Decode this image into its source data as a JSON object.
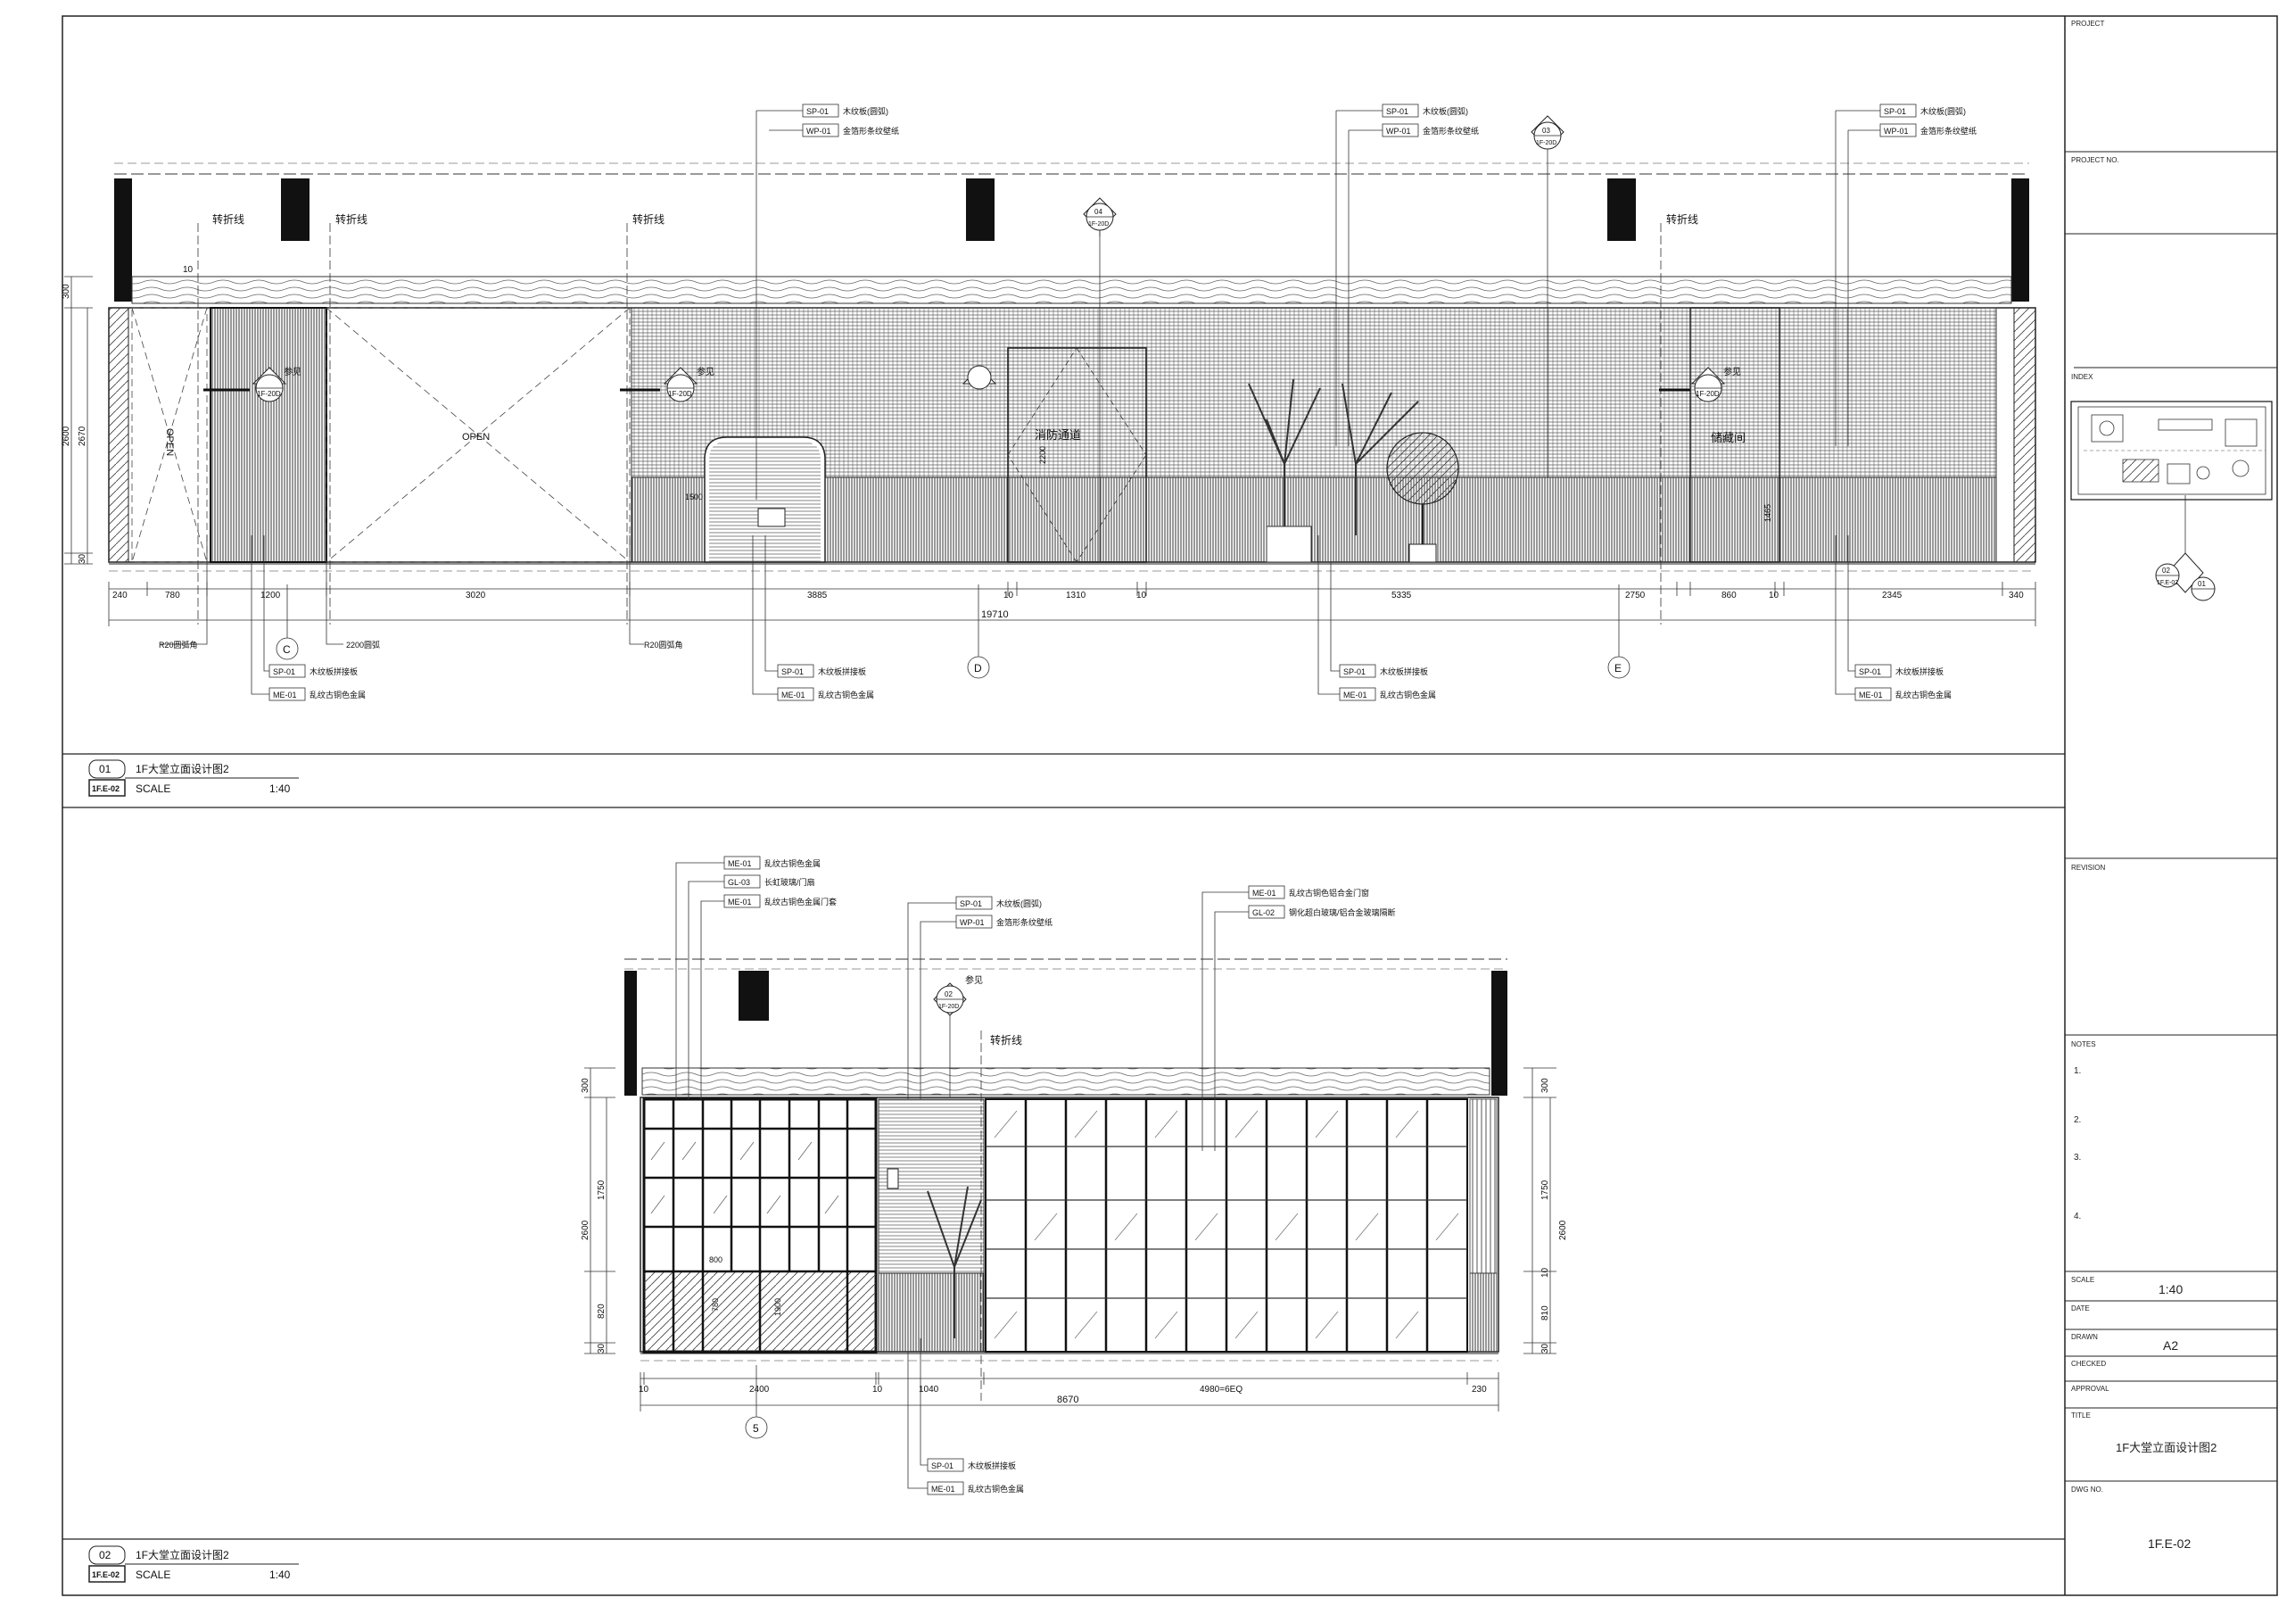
{
  "title_block": {
    "project_label": "PROJECT",
    "project_no_label": "PROJECT NO.",
    "index_label": "INDEX",
    "revision_label": "REVISION",
    "notes_label": "NOTES",
    "notes": [
      "1.",
      "2.",
      "3.",
      "4."
    ],
    "scale_label": "SCALE",
    "scale_value": "1:40",
    "date_label": "DATE",
    "drawn_label": "DRAWN",
    "drawn_value": "A2",
    "checked_label": "CHECKED",
    "approval_label": "APPROVAL",
    "title_label": "TITLE",
    "title_value": "1F大堂立面设计图2",
    "dwg_label": "DWG NO.",
    "dwg_value": "1F.E-02",
    "index_tag_num": "02",
    "index_tag_a": "1F.E-02",
    "index_tag_b": "01"
  },
  "elevation1": {
    "number": "01",
    "title": "1F大堂立面设计图2",
    "sheet": "1F.E-02",
    "scale_label": "SCALE",
    "scale": "1:40",
    "fold_label": "转折线",
    "open_label": "OPEN",
    "tags_top": [
      {
        "code": "SP-01",
        "desc": "木纹板(圆弧)"
      },
      {
        "code": "WP-01",
        "desc": "金箔形条纹壁纸"
      }
    ],
    "tags_bottom": [
      {
        "code": "SP-01",
        "desc": "木纹板拼接板"
      },
      {
        "code": "ME-01",
        "desc": "乱纹古铜色金属"
      }
    ],
    "section_marks": [
      {
        "num": "04",
        "ref": "1F-20D"
      },
      {
        "num": "03",
        "ref": "1F-20D"
      }
    ],
    "see_label": "参见",
    "refs": [
      "1F-20D",
      "1F-20D",
      "1F-20D"
    ],
    "room_labels": [
      "消防通道",
      "储藏间"
    ],
    "heights": [
      "300",
      "2600",
      "2670",
      "30",
      "10"
    ],
    "dims": [
      "240",
      "780",
      "1200",
      "3020",
      "3885",
      "10",
      "1310",
      "10",
      "5335",
      "2750",
      "860",
      "10",
      "2345",
      "340"
    ],
    "total": "19710",
    "small_dims": [
      "2200",
      "1500",
      "1465"
    ],
    "bottom_notes": [
      "R20圆弧角",
      "2200圆弧",
      "R20圆弧角"
    ],
    "grid": [
      "C",
      "D",
      "E"
    ]
  },
  "elevation2": {
    "number": "02",
    "title": "1F大堂立面设计图2",
    "sheet": "1F.E-02",
    "scale_label": "SCALE",
    "scale": "1:40",
    "fold_label": "转折线",
    "see_label": "参见",
    "section_mark": {
      "num": "02",
      "ref": "1F-20D"
    },
    "tags_left": [
      {
        "code": "ME-01",
        "desc": "乱纹古铜色金属"
      },
      {
        "code": "GL-03",
        "desc": "长虹玻璃/门扇"
      },
      {
        "code": "ME-01",
        "desc": "乱纹古铜色金属门套"
      }
    ],
    "tags_mid": [
      {
        "code": "SP-01",
        "desc": "木纹板(圆弧)"
      },
      {
        "code": "WP-01",
        "desc": "金箔形条纹壁纸"
      }
    ],
    "tags_right": [
      {
        "code": "ME-01",
        "desc": "乱纹古铜色铝合金门窗"
      },
      {
        "code": "GL-02",
        "desc": "钢化超白玻璃/铝合金玻璃隔断"
      }
    ],
    "tags_bottom": [
      {
        "code": "SP-01",
        "desc": "木纹板拼接板"
      },
      {
        "code": "ME-01",
        "desc": "乱纹古铜色金属"
      }
    ],
    "heights_left": [
      "300",
      "1750",
      "2600",
      "820",
      "30"
    ],
    "heights_right": [
      "300",
      "1750",
      "2600",
      "10",
      "810",
      "30"
    ],
    "dims": [
      "10",
      "2400",
      "10",
      "1040",
      "4980=6EQ",
      "230"
    ],
    "total": "8670",
    "small_dims": [
      "800",
      "780",
      "1900"
    ],
    "grid": "5"
  }
}
